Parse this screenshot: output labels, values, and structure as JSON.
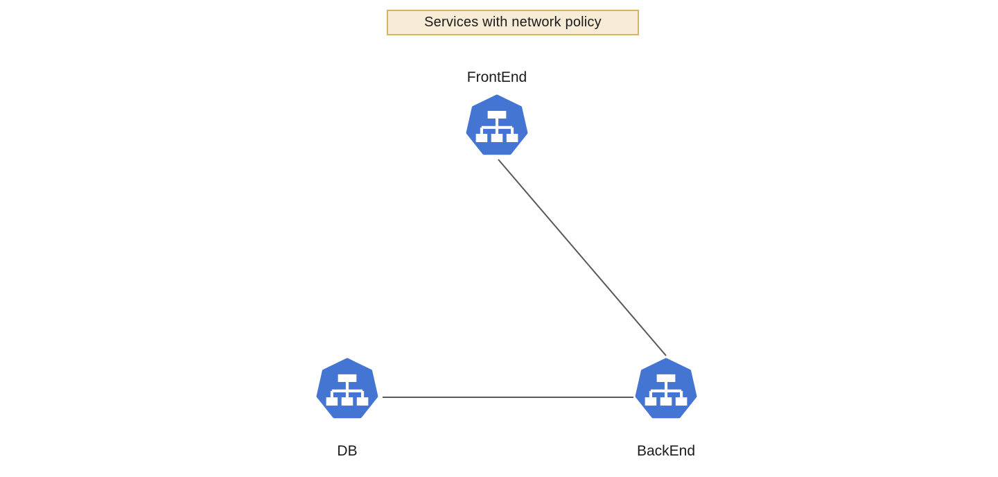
{
  "diagram": {
    "type": "network-topology",
    "description": "Three Kubernetes services connected by network policy edges"
  },
  "title_box": {
    "label": "Services with network policy",
    "fill_color": "#f8ecd7",
    "border_color": "#d8b468",
    "text_color": "#1a1a1a"
  },
  "nodes": [
    {
      "id": "frontend",
      "label": "FrontEnd",
      "icon": "kubernetes-service-icon",
      "label_position": "above"
    },
    {
      "id": "db",
      "label": "DB",
      "icon": "kubernetes-service-icon",
      "label_position": "below"
    },
    {
      "id": "backend",
      "label": "BackEnd",
      "icon": "kubernetes-service-icon",
      "label_position": "below"
    }
  ],
  "edges": [
    {
      "from": "frontend",
      "to": "backend"
    },
    {
      "from": "db",
      "to": "backend"
    }
  ],
  "colors": {
    "node_blue": "#4575d2",
    "glyph_white": "#ffffff",
    "edge_gray": "#595959",
    "background": "#ffffff",
    "label_text": "#1a1a1a"
  }
}
